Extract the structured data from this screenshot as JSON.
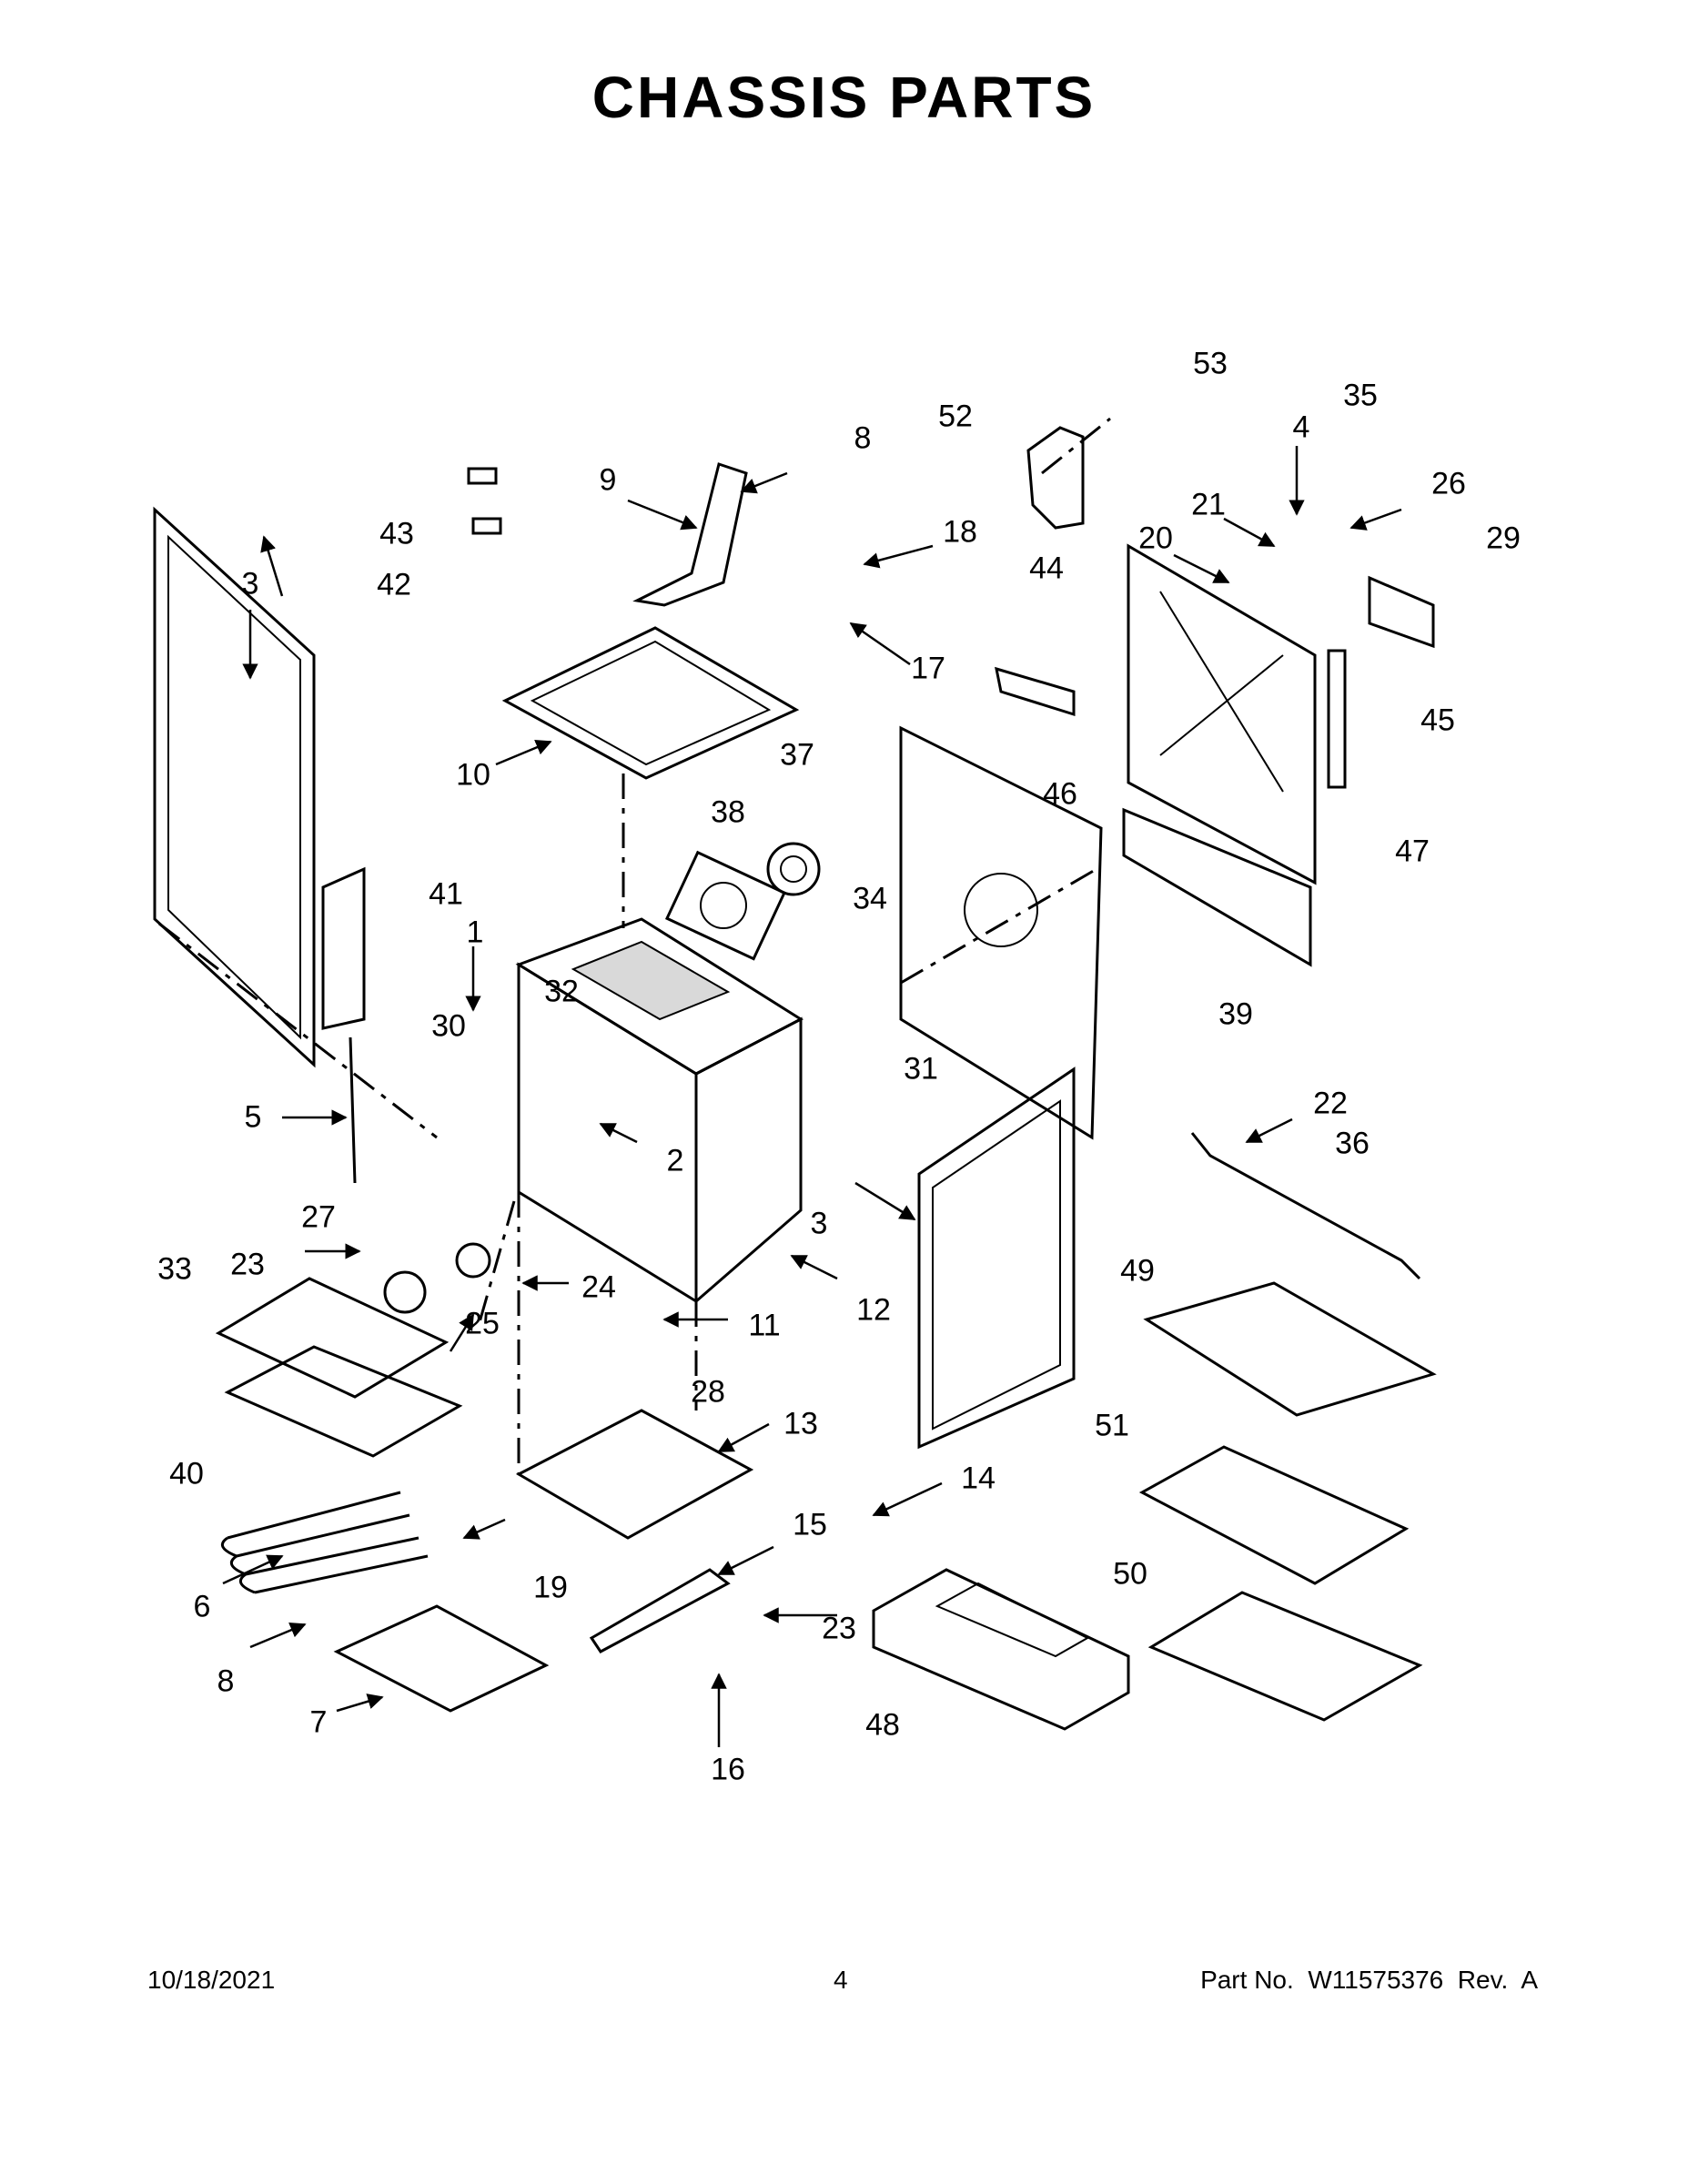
{
  "title": "CHASSIS PARTS",
  "footer": {
    "date": "10/18/2021",
    "page": "4",
    "part_no": "Part No.  W11575376  Rev.  A"
  },
  "callouts": [
    "1",
    "2",
    "3",
    "4",
    "5",
    "6",
    "7",
    "8",
    "9",
    "10",
    "11",
    "12",
    "13",
    "14",
    "15",
    "16",
    "17",
    "18",
    "19",
    "20",
    "21",
    "22",
    "23",
    "24",
    "25",
    "26",
    "27",
    "28",
    "29",
    "30",
    "31",
    "32",
    "33",
    "34",
    "35",
    "36",
    "37",
    "38",
    "39",
    "40",
    "41",
    "42",
    "43",
    "44",
    "45",
    "46",
    "47",
    "48",
    "49",
    "50",
    "51",
    "52",
    "53"
  ]
}
